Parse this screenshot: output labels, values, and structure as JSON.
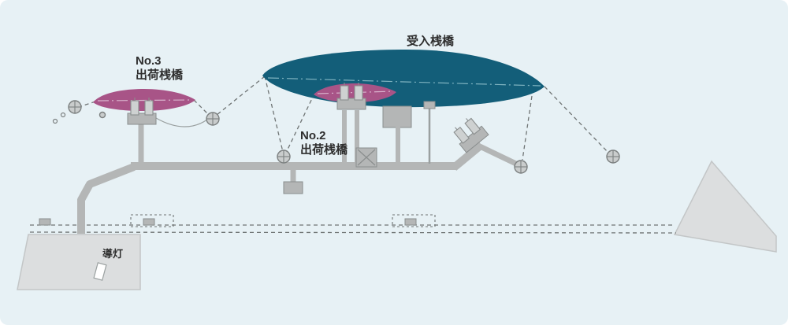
{
  "diagram": {
    "labels": {
      "receiving_pier": "受入桟橋",
      "no3_line1": "No.3",
      "no3_line2": "出荷桟橋",
      "no2_line1": "No.2",
      "no2_line2": "出荷桟橋",
      "leading_light": "導灯"
    },
    "colors": {
      "background": "#e7f1f5",
      "receiving_ship": "#135e79",
      "shipping_ship": "#a85487",
      "pier": "#b4b6b6",
      "pier_outline": "#8a8e8e",
      "land": "#dcdedf",
      "line": "#6f7474",
      "text": "#2e2e2e"
    }
  }
}
